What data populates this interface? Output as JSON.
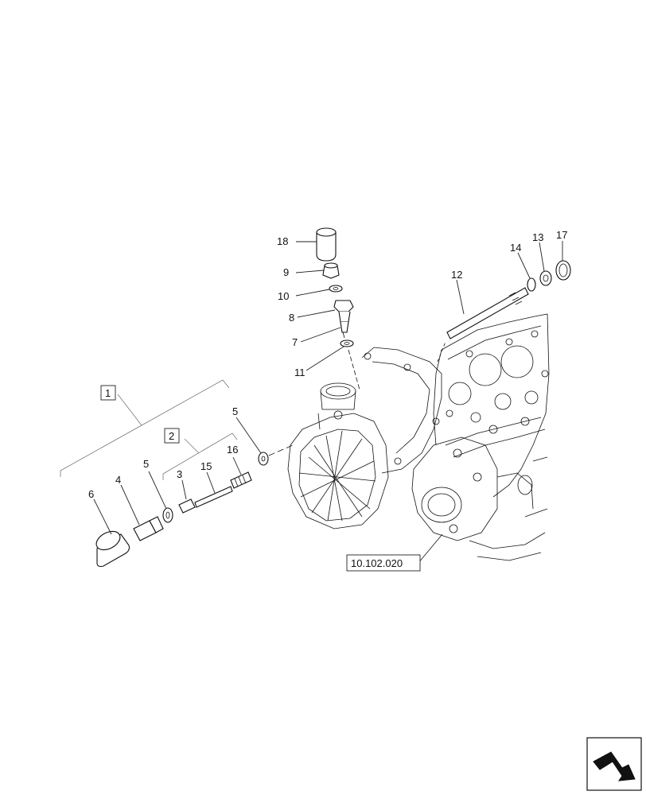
{
  "callouts": {
    "c18": "18",
    "c9": "9",
    "c10": "10",
    "c8": "8",
    "c7": "7",
    "c11": "11",
    "c12": "12",
    "c14": "14",
    "c13": "13",
    "c17": "17",
    "c1": "1",
    "c2": "2",
    "c5a": "5",
    "c5b": "5",
    "c16": "16",
    "c15": "15",
    "c3": "3",
    "c4": "4",
    "c6": "6"
  },
  "reference": "10.102.020",
  "nav_icon": "next-page-arrow-icon"
}
